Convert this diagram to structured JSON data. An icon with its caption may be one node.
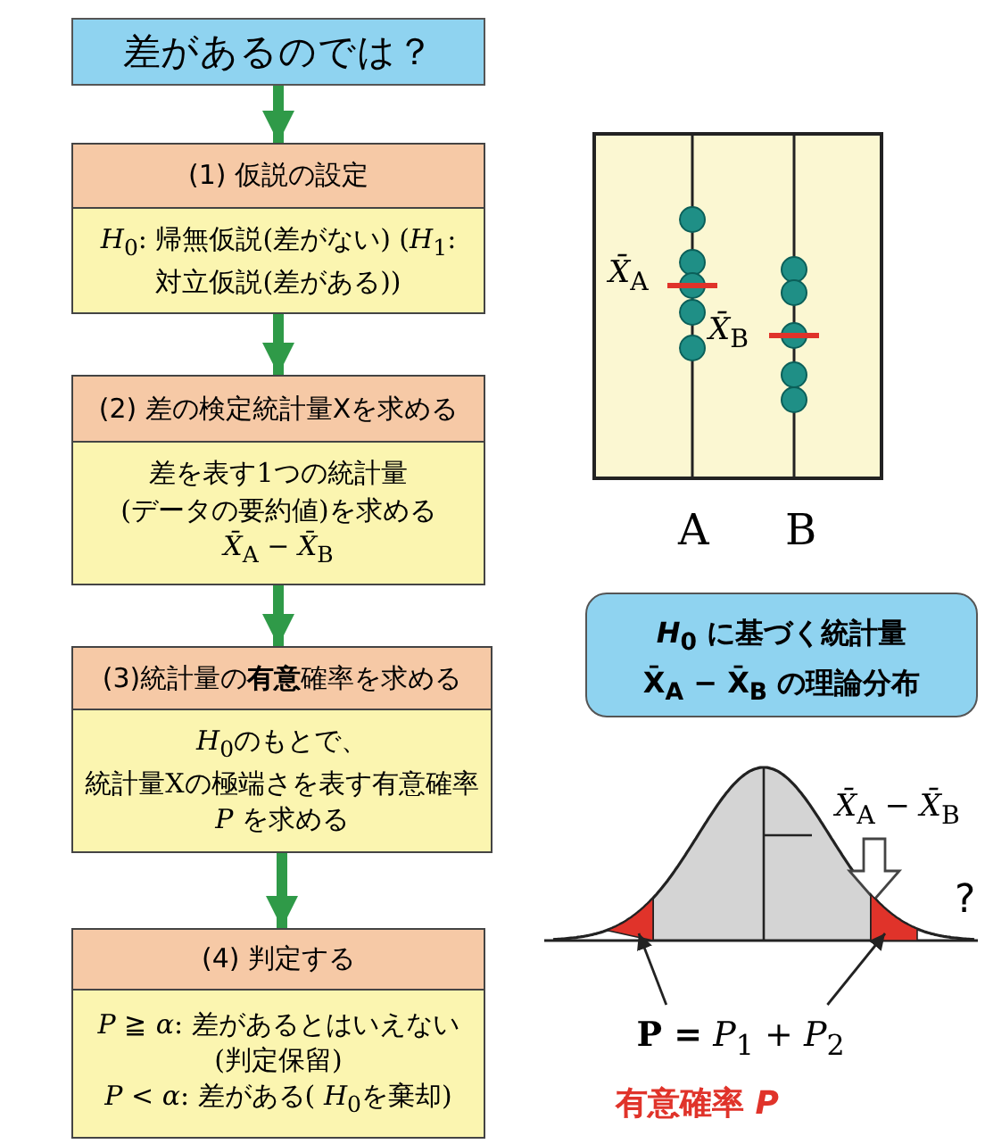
{
  "diagram": {
    "nodes": [
      {
        "text": [
          "差があるのでは？"
        ]
      },
      {
        "text": [
          "(1) 仮説の設定",
          "*H*$_{0}$: 帰無仮説(差がない) (*H*$_{1}$: 対立仮説(差がある))"
        ]
      },
      {
        "text": [
          "(2) 差の検定統計量Xを求める",
          "差を表す1つの統計量 (データの要約値)を求める",
          "*X̄*$_{A}$ − *X̄*$_{B}$"
        ]
      },
      {
        "text": [
          "(3)統計量の**有意**確率を求める",
          "*H*$_{0}$のもとで、統計量Xの極端さを表す有意確率 *P* を求める"
        ]
      },
      {
        "text": [
          "(4) 判定する",
          "*P* ≧ *α*: 差があるとはいえない (判定保留)",
          "*P* < *α*: 差がある( *H*$_{0}$を棄却)"
        ]
      },
      {
        "text": [
          "*H*$_{0}$ に基づく統計量X̄$_{A}$ − X̄$_{B}$ の理論分布"
        ]
      },
      {
        "text": [
          "**P =** *P*$_{1}$ + *P*$_{2}$"
        ]
      },
      {
        "text": [],
        "shape": "area"
      },
      {
        "text": [],
        "shape": "area"
      }
    ],
    "edges": [
      {
        "from": 0,
        "to": 1,
        "arrow": "to"
      },
      {
        "from": 1,
        "to": 2,
        "arrow": "to"
      },
      {
        "from": 2,
        "to": 3,
        "arrow": "to"
      },
      {
        "from": 3,
        "to": 4,
        "arrow": "to"
      },
      {
        "from": 6,
        "to": 7,
        "arrow": "to",
        "color": "#222222"
      },
      {
        "from": 6,
        "to": 8,
        "arrow": "to",
        "color": "#222222"
      }
    ],
    "labels": [
      "*X̄*$_{A}$",
      "*X̄*$_{B}$",
      "A",
      "B",
      "*X̄*$_{A}$ − *X̄*$_{B}$",
      "?",
      "有意確率 *P*"
    ]
  }
}
